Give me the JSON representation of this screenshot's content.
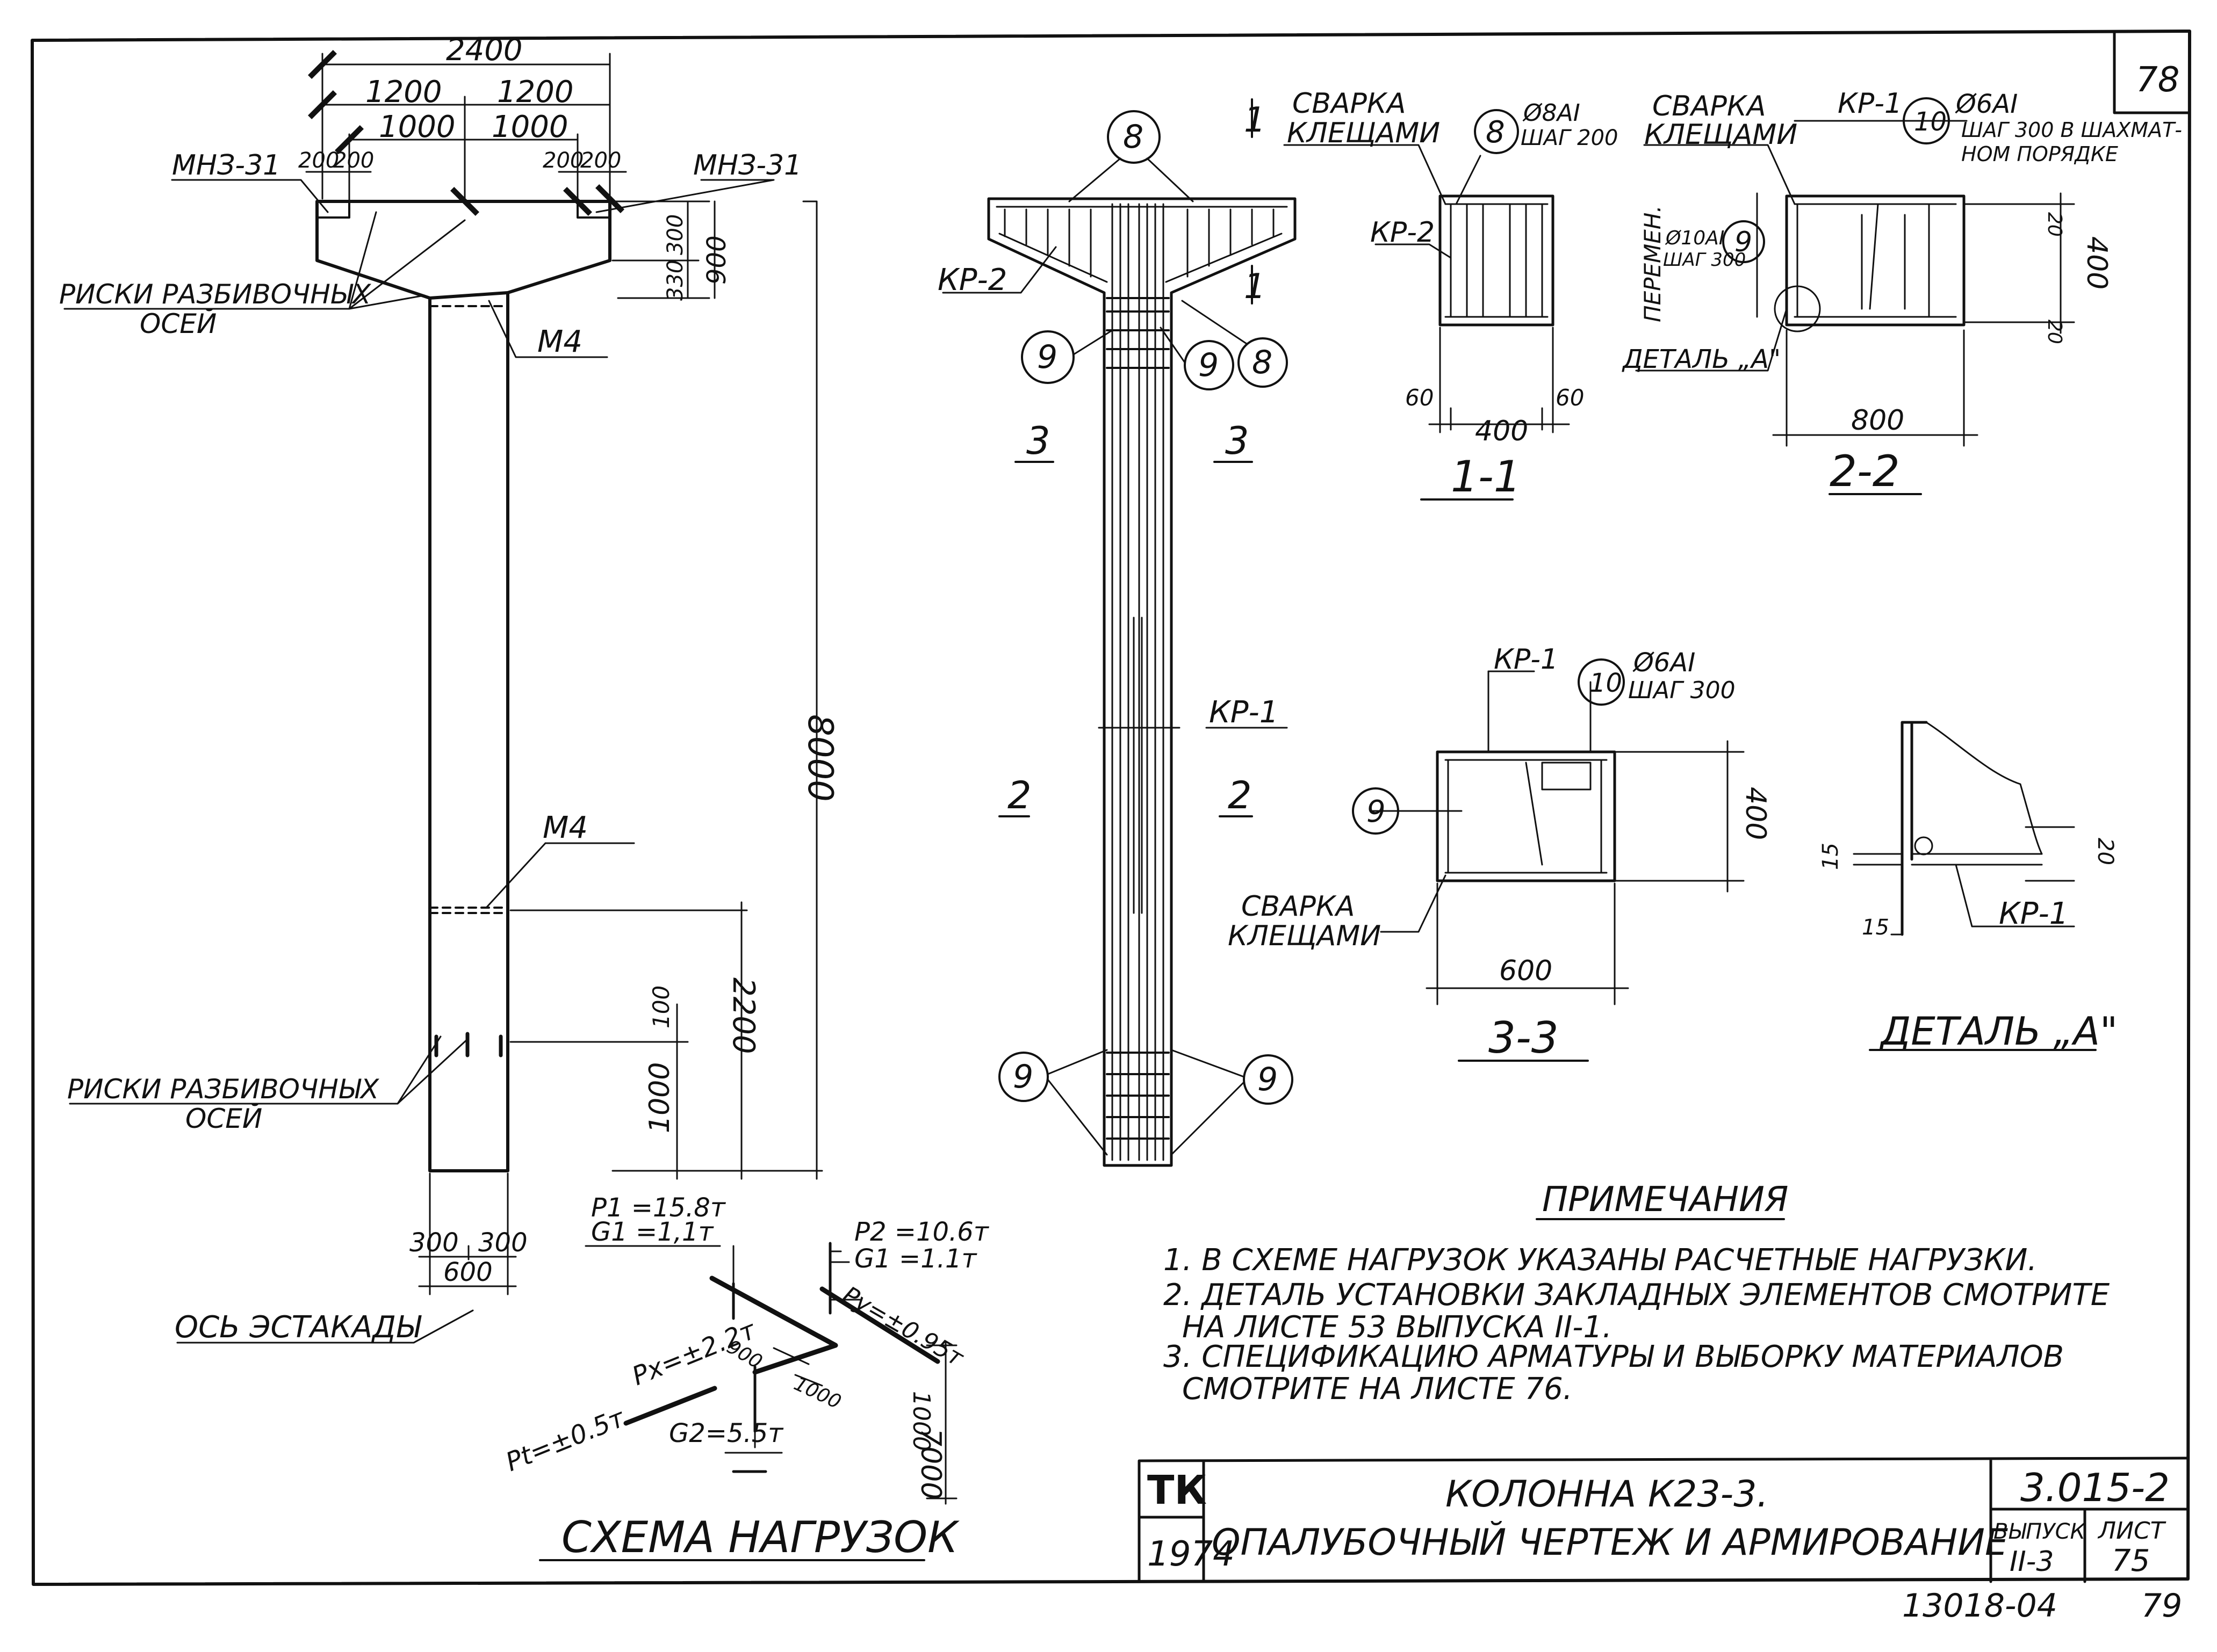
{
  "sheet": {
    "number": "78",
    "bottom_code": "13018-04",
    "bottom_page": "79"
  },
  "column_elevation": {
    "dims": {
      "total": "2400",
      "half_left": "1200",
      "half_right": "1200",
      "inner_left": "1000",
      "inner_right": "1000",
      "e1": "200",
      "e2": "200",
      "e3": "200",
      "e4": "200",
      "d300": "300",
      "d330": "330",
      "d900": "900",
      "d8000": "8000",
      "d2200": "2200",
      "d100": "100",
      "d1000": "1000",
      "b300a": "300",
      "b300b": "300",
      "b600": "600"
    },
    "labels": {
      "mn_left": "МНЗ-31",
      "mn_right": "МНЗ-31",
      "axis_top_1": "РИСКИ РАЗБИВОЧНЫХ",
      "axis_top_2": "ОСЕЙ",
      "m4_top": "М4",
      "m4_mid": "М4",
      "axis_bot_1": "РИСКИ РАЗБИВОЧНЫХ",
      "axis_bot_2": "ОСЕЙ",
      "ox": "ОСЬ ЭСТАКАДЫ"
    }
  },
  "reinforcement": {
    "labels": {
      "p8a": "8",
      "p8b": "8",
      "p9a": "9",
      "p9b": "9",
      "p9c": "9",
      "p9d": "9",
      "kr2": "КР-2",
      "kr1": "КР-1",
      "s1l": "1",
      "s1r": "1",
      "s3l": "3",
      "s3r": "3",
      "s2l": "2",
      "s2r": "2"
    }
  },
  "section_1_1": {
    "title": "1-1",
    "weld_1": "СВАРКА",
    "weld_2": "КЛЕЩАМИ",
    "pos8": "8",
    "bar": "Ø8АI",
    "step": "ШАГ 200",
    "kr2": "КР-2",
    "w400": "400",
    "c60a": "60",
    "c60b": "60"
  },
  "section_2_2": {
    "title": "2-2",
    "weld_1": "СВАРКА",
    "weld_2": "КЛЕЩАМИ",
    "kr1": "КР-1",
    "pos10": "10",
    "bar": "Ø6АI",
    "step_1": "ШАГ 300 В ШАХМАТ-",
    "step_2": "НОМ ПОРЯДКЕ",
    "var": "ПЕРЕМЕН.",
    "pos9": "9",
    "bar9": "Ø10АI",
    "step9": "ШАГ 300",
    "detail": "ДЕТАЛЬ „А\"",
    "w800": "800",
    "h400": "400",
    "c20a": "20",
    "c20b": "20"
  },
  "section_3_3": {
    "title": "3-3",
    "kr1": "КР-1",
    "pos10": "10",
    "bar": "Ø6АI",
    "step": "ШАГ 300",
    "pos9": "9",
    "weld_1": "СВАРКА",
    "weld_2": "КЛЕЩАМИ",
    "w600": "600",
    "h400": "400"
  },
  "detail_a": {
    "title": "ДЕТАЛЬ „А\"",
    "d15a": "15",
    "d15b": "15",
    "d20": "20",
    "kr1": "КР-1"
  },
  "load_scheme": {
    "title": "СХЕМА НАГРУЗОК",
    "p1": "P1 =15.8т",
    "g1a": "G1 =1,1т",
    "p2": "P2 =10.6т",
    "g1b": "G1 =1.1т",
    "pt": "Pt=±0.5т",
    "px": "Px=±2.2т",
    "py": "Py=±0.95т",
    "g2": "G2=5.5т",
    "d900": "900",
    "d1000a": "1000",
    "d1000b": "1000",
    "d7000": "7000"
  },
  "notes": {
    "title": "ПРИМЕЧАНИЯ",
    "lines": [
      "1. В СХЕМЕ НАГРУЗОК УКАЗАНЫ РАСЧЕТНЫЕ НАГРУЗКИ.",
      "2. ДЕТАЛЬ УСТАНОВКИ ЗАКЛАДНЫХ ЭЛЕМЕНТОВ СМОТРИТЕ",
      "НА ЛИСТЕ 53 ВЫПУСКА II-1.",
      "3. СПЕЦИФИКАЦИЮ АРМАТУРЫ И ВЫБОРКУ МАТЕРИАЛОВ",
      "СМОТРИТЕ НА ЛИСТЕ 76."
    ]
  },
  "title_block": {
    "org": "ТК",
    "year": "1974",
    "title_1": "КОЛОННА К23-3.",
    "title_2": "ОПАЛУБОЧНЫЙ ЧЕРТЕЖ И АРМИРОВАНИЕ",
    "series": "3.015-2",
    "issue_label": "ВЫПУСК",
    "issue": "II-3",
    "sheet_label": "ЛИСТ",
    "sheet_no": "75"
  }
}
